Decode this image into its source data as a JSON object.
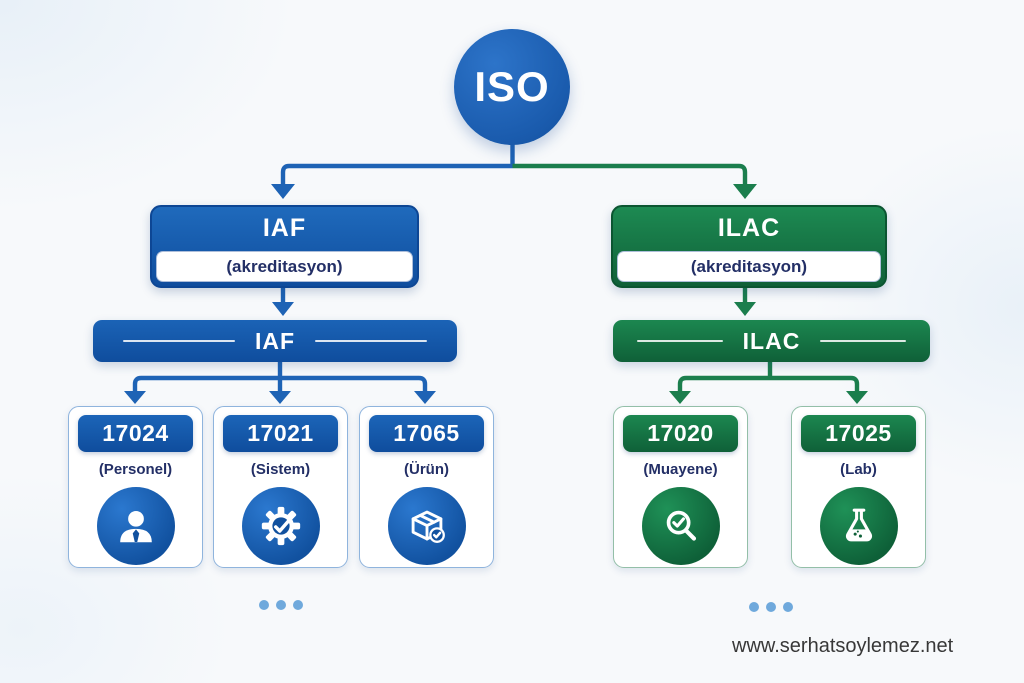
{
  "root": {
    "label": "ISO"
  },
  "branches": [
    {
      "name": "iaf",
      "box": {
        "title": "IAF",
        "subtitle": "(akreditasyon)"
      },
      "banner": "IAF",
      "cards": [
        {
          "code": "17024",
          "label": "(Personel)",
          "icon": "person-icon"
        },
        {
          "code": "17021",
          "label": "(Sistem)",
          "icon": "gear-check-icon"
        },
        {
          "code": "17065",
          "label": "(Ürün)",
          "icon": "package-check-icon"
        }
      ]
    },
    {
      "name": "ilac",
      "box": {
        "title": "ILAC",
        "subtitle": "(akreditasyon)"
      },
      "banner": "ILAC",
      "cards": [
        {
          "code": "17020",
          "label": "(Muayene)",
          "icon": "magnifier-check-icon"
        },
        {
          "code": "17025",
          "label": "(Lab)",
          "icon": "flask-icon"
        }
      ]
    }
  ],
  "footer": {
    "website": "www.serhatsoylemez.net"
  },
  "colors": {
    "blue": "#1e63b5",
    "blue_dark": "#0f4d9d",
    "green": "#1b7e4d",
    "green_dark": "#0f6038",
    "navy_text": "#232f66",
    "dots": "#6fa9dc"
  }
}
